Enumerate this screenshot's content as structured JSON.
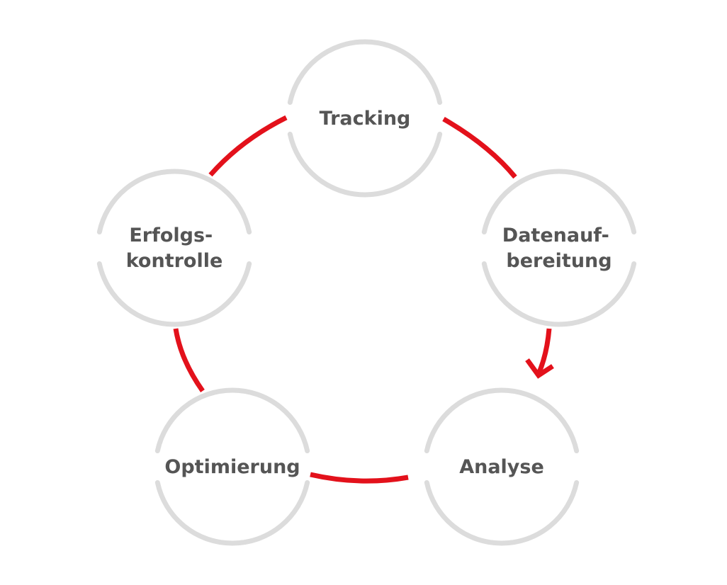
{
  "colors": {
    "background": "#ffffff",
    "node_ring": "#dcdcdc",
    "connector": "#e3111b",
    "label_text": "#555555"
  },
  "nodes": [
    {
      "id": "tracking",
      "lines": [
        "Tracking"
      ]
    },
    {
      "id": "datenaufbereitung",
      "lines": [
        "Datenauf-",
        "bereitung"
      ]
    },
    {
      "id": "analyse",
      "lines": [
        "Analyse"
      ]
    },
    {
      "id": "optimierung",
      "lines": [
        "Optimierung"
      ]
    },
    {
      "id": "erfolgskontrolle",
      "lines": [
        "Erfolgs-",
        "kontrolle"
      ]
    }
  ],
  "connectors": [
    {
      "from": "tracking",
      "to": "datenaufbereitung",
      "arrowhead": false
    },
    {
      "from": "datenaufbereitung",
      "to": "analyse",
      "arrowhead": true
    },
    {
      "from": "analyse",
      "to": "optimierung",
      "arrowhead": false
    },
    {
      "from": "optimierung",
      "to": "erfolgskontrolle",
      "arrowhead": false
    },
    {
      "from": "erfolgskontrolle",
      "to": "tracking",
      "arrowhead": false
    }
  ]
}
